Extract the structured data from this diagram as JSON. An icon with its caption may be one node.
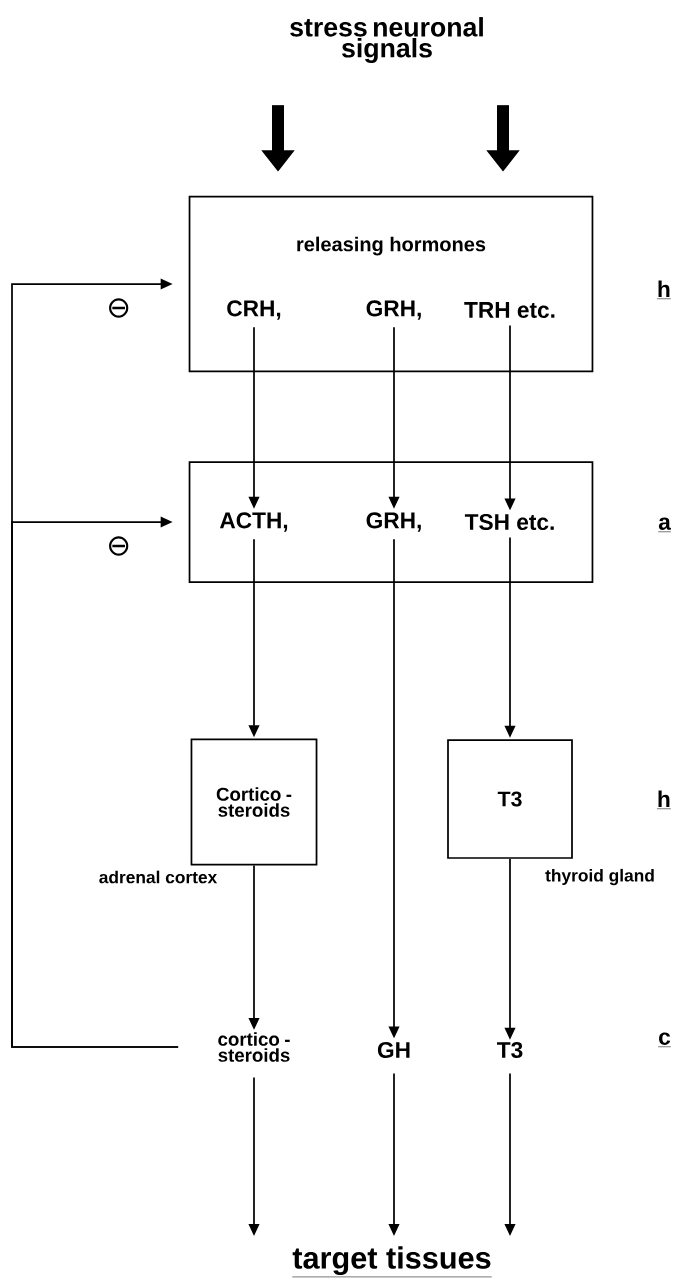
{
  "diagram": {
    "nodes": [
      {
        "text": [
          "stress neuronal signals"
        ]
      },
      {
        "text": [
          "releasing hormones"
        ]
      },
      {
        "text": [
          "CRH,"
        ],
        "in": 1
      },
      {
        "text": [
          "GRH,"
        ],
        "in": 1
      },
      {
        "text": [
          "TRH etc."
        ],
        "in": 1
      },
      {
        "text": [],
        "shape": "box"
      },
      {
        "text": [
          "ACTH,"
        ],
        "in": 5
      },
      {
        "text": [
          "GRH,"
        ],
        "in": 5
      },
      {
        "text": [
          "TSH etc."
        ],
        "in": 5
      },
      {
        "text": [
          "Cortico - steroids"
        ],
        "beside": [
          "adrenal cortex"
        ]
      },
      {
        "text": [
          "T3"
        ],
        "beside": [
          "thyroid gland"
        ]
      },
      {
        "text": [
          "cortico - steroids"
        ]
      },
      {
        "text": [
          "GH"
        ]
      },
      {
        "text": [
          "T3"
        ]
      },
      {
        "text": [
          "target tissues"
        ]
      }
    ],
    "edges": [
      {
        "from": 0,
        "to": 1,
        "arrow": "to",
        "style": "thick"
      },
      {
        "from": 0,
        "to": 1,
        "arrow": "to",
        "style": "thick"
      },
      {
        "from": 2,
        "to": 6,
        "arrow": "to"
      },
      {
        "from": 3,
        "to": 7,
        "arrow": "to"
      },
      {
        "from": 4,
        "to": 8,
        "arrow": "to"
      },
      {
        "from": 6,
        "to": 9,
        "arrow": "to"
      },
      {
        "from": 7,
        "to": 12,
        "arrow": "to"
      },
      {
        "from": 8,
        "to": 10,
        "arrow": "to"
      },
      {
        "from": 9,
        "to": 11,
        "arrow": "to"
      },
      {
        "from": 10,
        "to": 13,
        "arrow": "to"
      },
      {
        "from": 11,
        "to": 14,
        "arrow": "to"
      },
      {
        "from": 12,
        "to": 14,
        "arrow": "to"
      },
      {
        "from": 13,
        "to": 14,
        "arrow": "to"
      },
      {
        "from": 11,
        "to": 1,
        "arrow": "to",
        "label": "⊖"
      },
      {
        "from": 11,
        "to": 5,
        "arrow": "to",
        "label": "⊖"
      }
    ],
    "labels": [
      "h",
      "a",
      "h",
      "c"
    ]
  }
}
